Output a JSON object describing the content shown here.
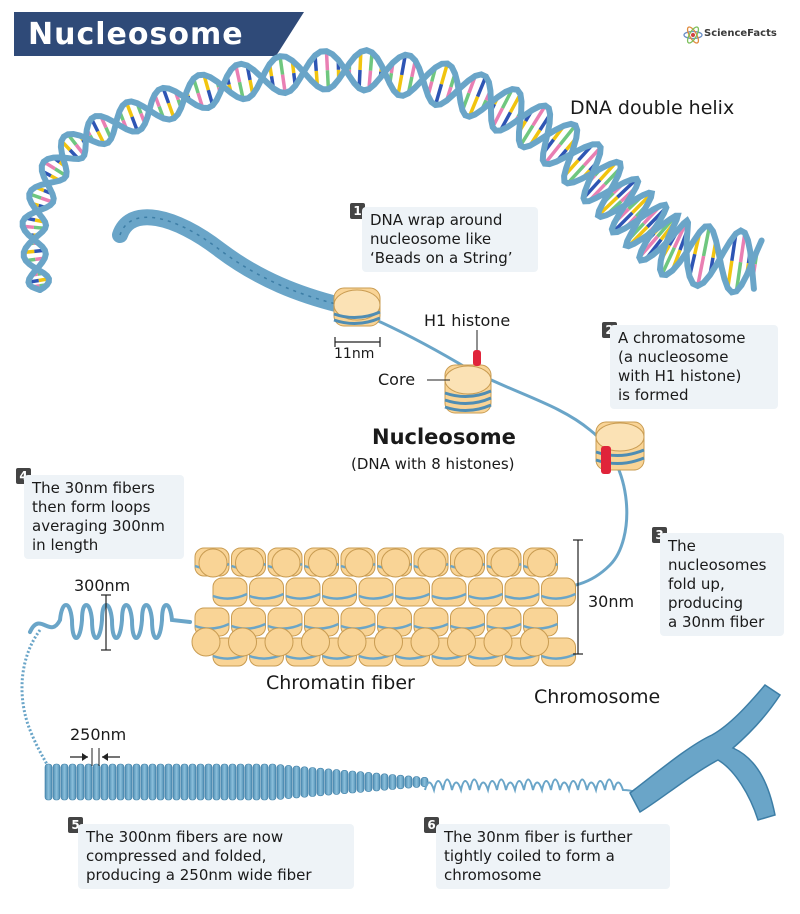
{
  "title": "Nucleosome",
  "logo_text": "ScienceFacts",
  "labels": {
    "dna_double_helix": "DNA double helix",
    "h1_histone": "H1 histone",
    "core": "Core",
    "size_11nm": "11nm",
    "nucleosome_title": "Nucleosome",
    "nucleosome_subtitle": "(DNA with 8 histones)",
    "size_30nm": "30nm",
    "size_300nm": "300nm",
    "size_250nm": "250nm",
    "chromatin_fiber": "Chromatin fiber",
    "chromosome": "Chromosome"
  },
  "steps": [
    {
      "number": "1",
      "lines": [
        "DNA wrap around",
        "nucleosome like",
        "‘Beads on a String’"
      ]
    },
    {
      "number": "2",
      "lines": [
        "A chromatosome",
        "(a nucleosome",
        "with H1 histone)",
        "is formed"
      ]
    },
    {
      "number": "3",
      "lines": [
        "The",
        "nucleosomes",
        "fold up,",
        "producing",
        "a 30nm fiber"
      ]
    },
    {
      "number": "4",
      "lines": [
        "The 30nm fibers",
        "then form loops",
        "averaging 300nm",
        "in length"
      ]
    },
    {
      "number": "5",
      "lines": [
        "The 300nm fibers are now",
        "compressed and folded,",
        "producing a 250nm wide fiber"
      ]
    },
    {
      "number": "6",
      "lines": [
        "The 30nm fiber is further",
        "tightly coiled to form a",
        "chromosome"
      ]
    }
  ],
  "colors": {
    "title_bg": "#2f4a78",
    "dna": "#6aa5c8",
    "dna_dark": "#3d7ea6",
    "histone": "#f9d496",
    "histone_edge": "#c99c52",
    "h1": "#e0243a",
    "note_bg": "#eef3f7",
    "base_colors": [
      "#f1c40f",
      "#2e55b4",
      "#6fc77f",
      "#e97fb3"
    ]
  }
}
